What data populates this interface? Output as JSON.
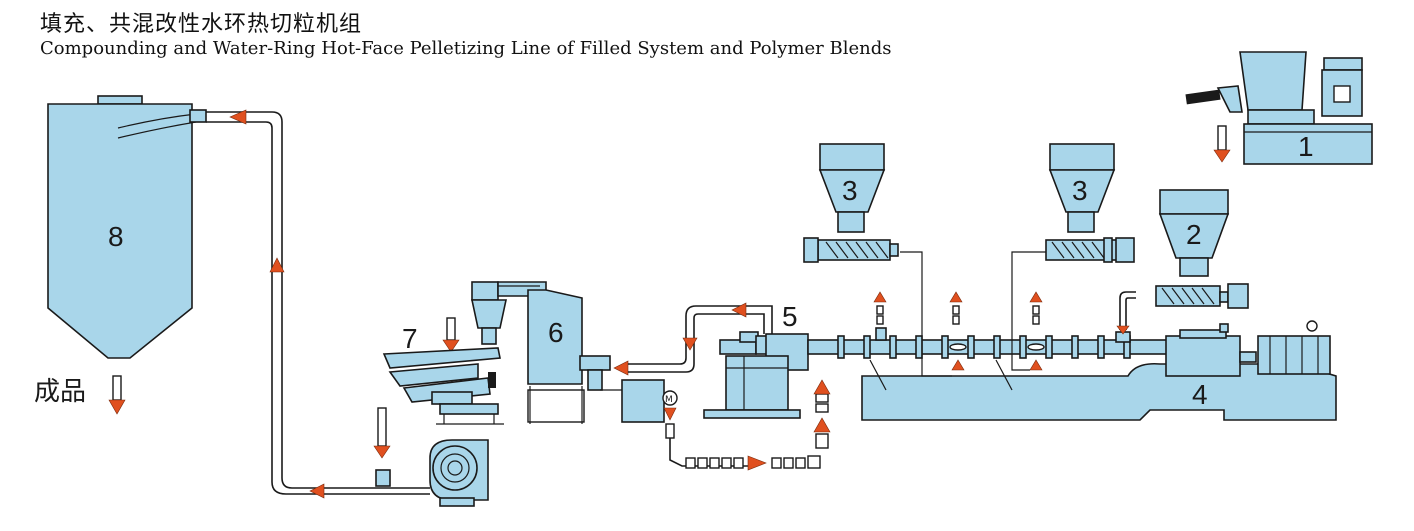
{
  "title_zh": "填充、共混改性水环热切粒机组",
  "title_en": "Compounding and Water-Ring Hot-Face Pelletizing Line of Filled System and Polymer Blends",
  "labels": {
    "n1": "1",
    "n2": "2",
    "n3a": "3",
    "n3b": "3",
    "n4": "4",
    "n5": "5",
    "n6": "6",
    "n7": "7",
    "n8": "8",
    "product": "成品",
    "motor": "M"
  },
  "colors": {
    "equipment_fill": "#a9d6ea",
    "arrow": "#e0501f",
    "outline": "#1a1a1a"
  }
}
